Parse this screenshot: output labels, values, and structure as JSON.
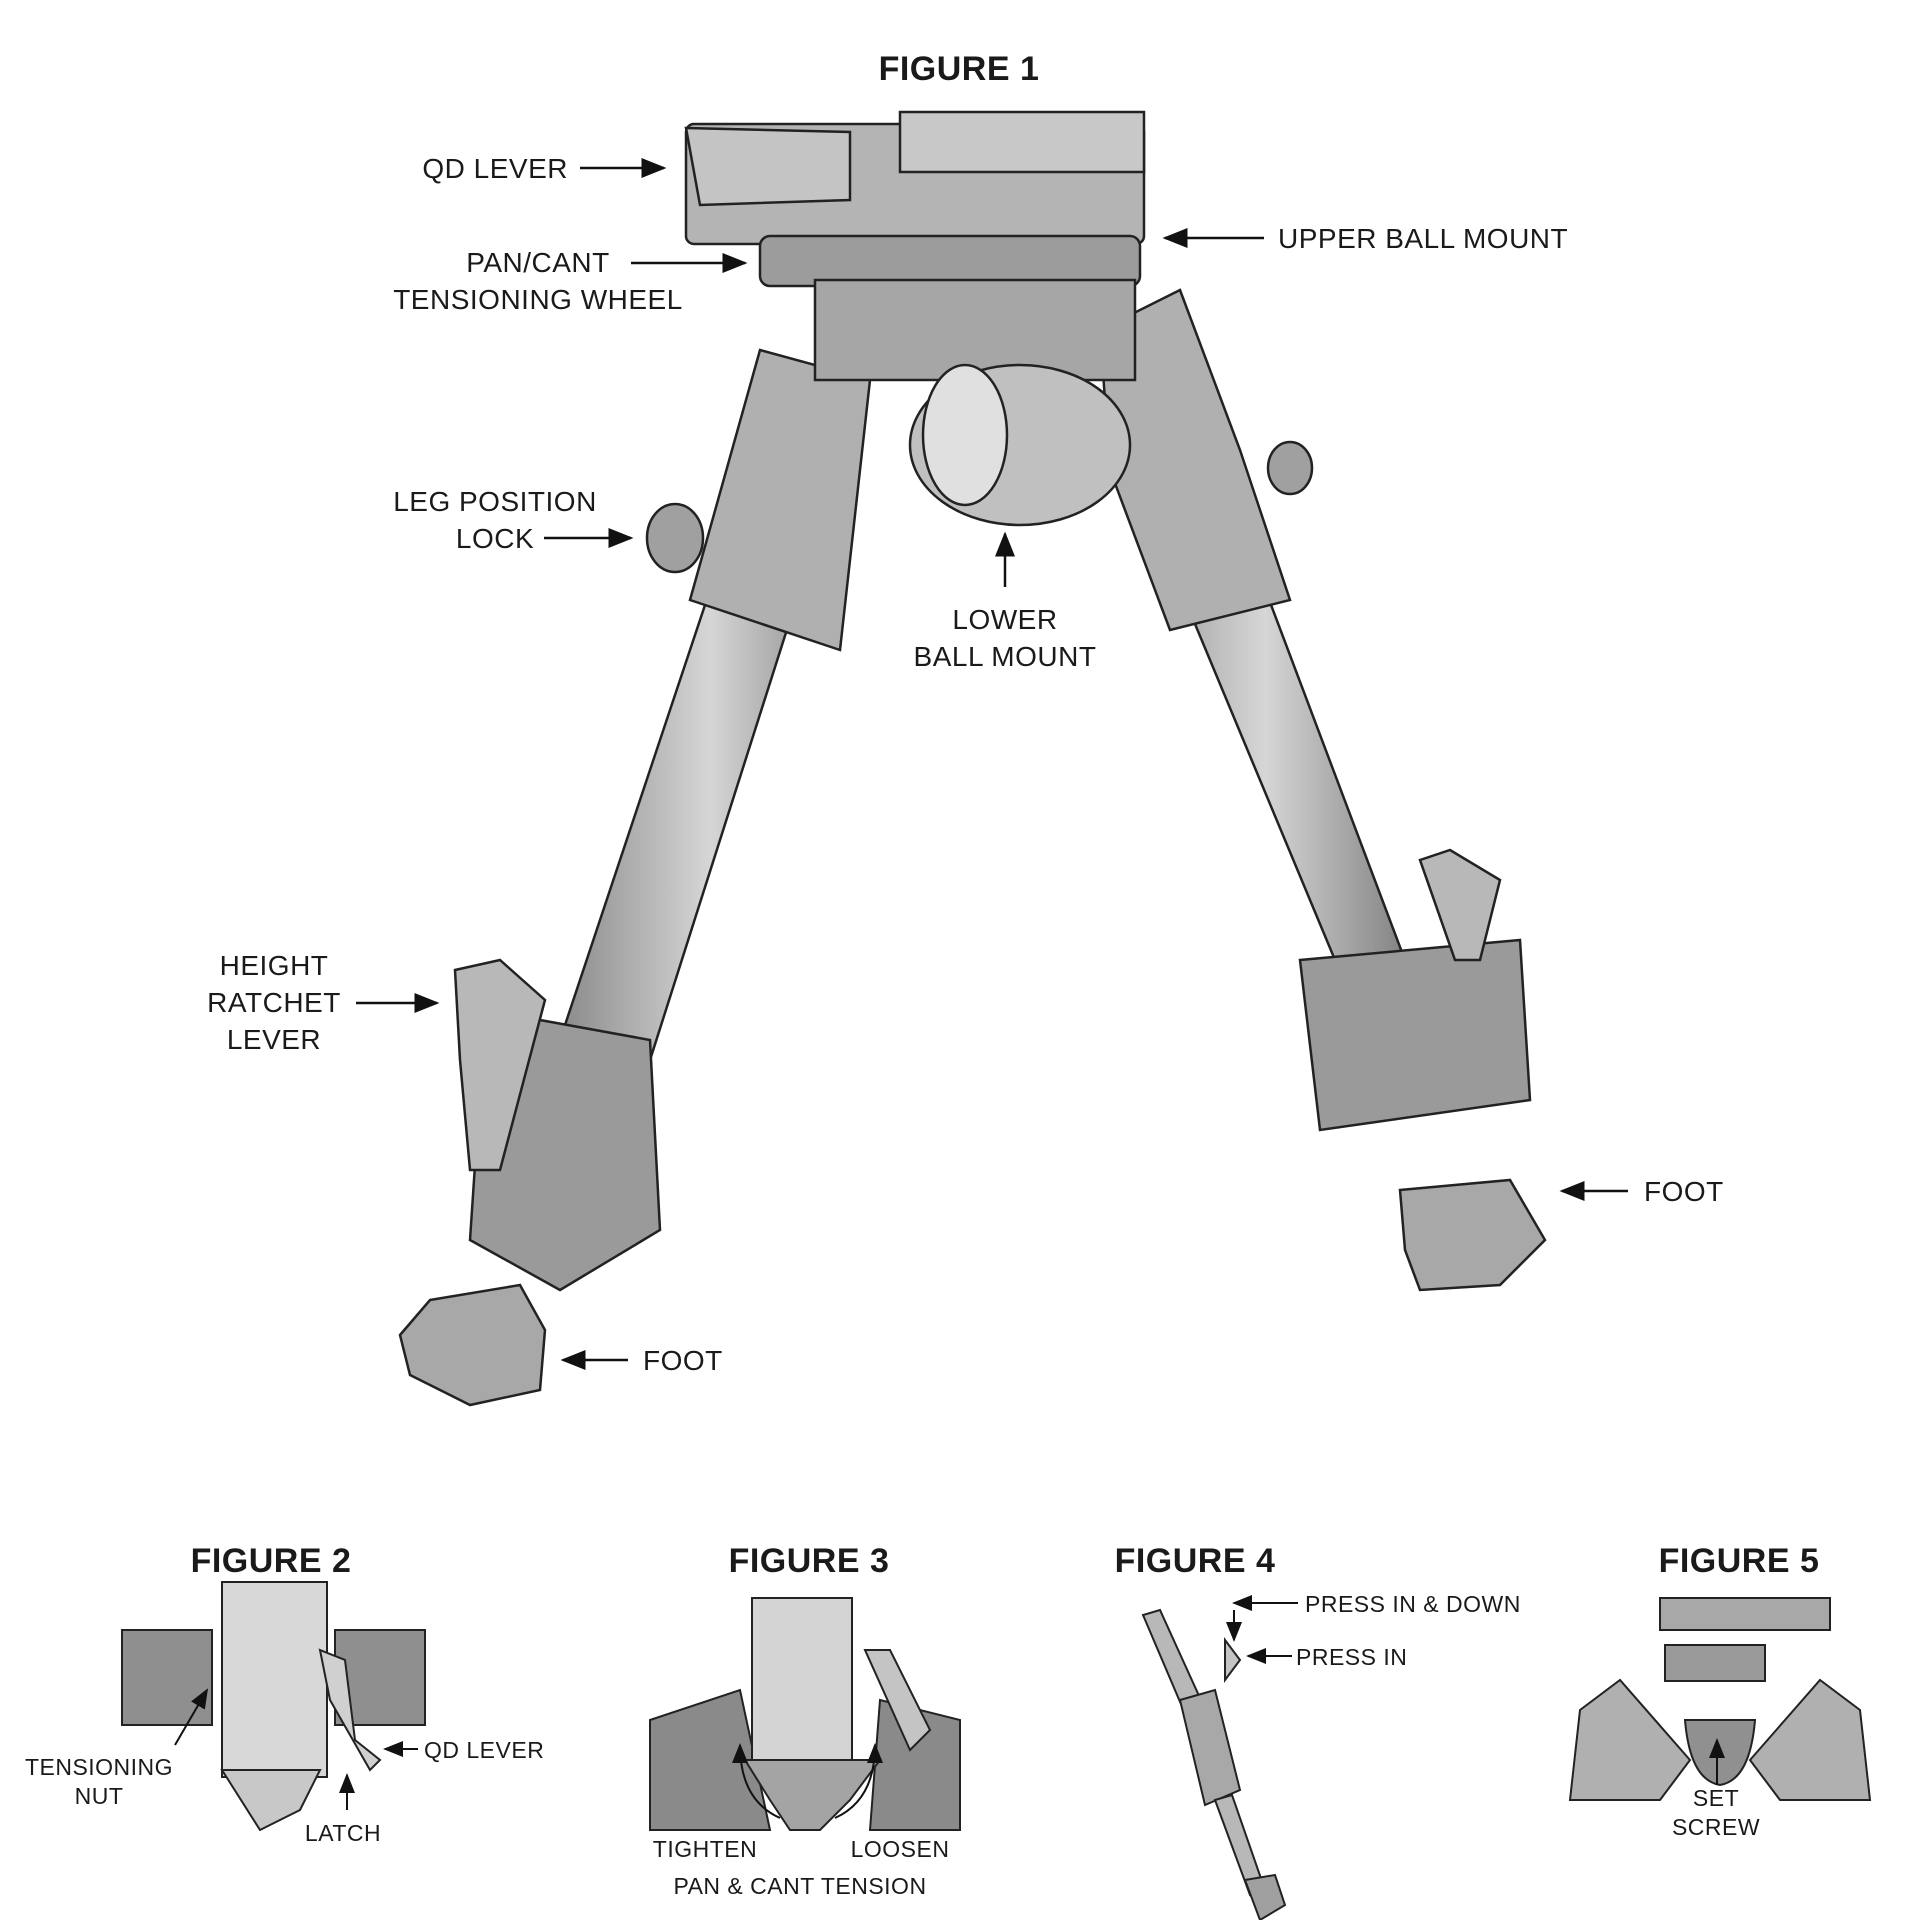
{
  "figure1": {
    "title": "FIGURE 1",
    "labels": {
      "qd_lever": "QD LEVER",
      "pan_cant_1": "PAN/CANT",
      "pan_cant_2": "TENSIONING WHEEL",
      "upper_ball_mount": "UPPER BALL MOUNT",
      "leg_position_1": "LEG POSITION",
      "leg_position_2": "LOCK",
      "lower_ball_1": "LOWER",
      "lower_ball_2": "BALL MOUNT",
      "height_1": "HEIGHT",
      "height_2": "RATCHET",
      "height_3": "LEVER",
      "foot_right": "FOOT",
      "foot_left": "FOOT"
    }
  },
  "figure2": {
    "title": "FIGURE 2",
    "tensioning_1": "TENSIONING",
    "tensioning_2": "NUT",
    "qd_lever": "QD LEVER",
    "latch": "LATCH"
  },
  "figure3": {
    "title": "FIGURE 3",
    "tighten": "TIGHTEN",
    "loosen": "LOOSEN",
    "caption": "PAN & CANT TENSION"
  },
  "figure4": {
    "title": "FIGURE 4",
    "press_in_down": "PRESS IN & DOWN",
    "press_in": "PRESS IN"
  },
  "figure5": {
    "title": "FIGURE 5",
    "set": "SET",
    "screw": "SCREW"
  }
}
